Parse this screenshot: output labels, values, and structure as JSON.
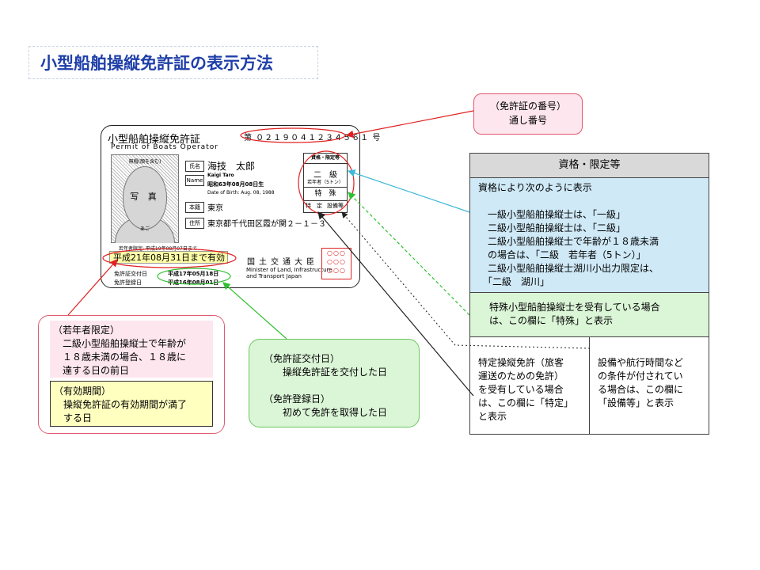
{
  "title": "小型船舶操縦免許証の表示方法",
  "card": {
    "title_jp": "小型船舶操縦免許証",
    "title_en": "Permit of Boats Operator",
    "number": "第 ０２１９０４１２３４５６１ 号",
    "photo_caption": "無帽(顔を含む)",
    "photo_label": "写 真",
    "photo_chin": "あご",
    "label_name": "氏名",
    "name": "海技　太郎",
    "label_name_en": "Name",
    "name_en": "Kaigi Taro",
    "birth": "昭和63年08月08日生",
    "birth_en": "Date of Birth: Aug. 08, 1988",
    "label_honseki": "本籍",
    "honseki": "東京",
    "label_address": "住所",
    "address": "東京都千代田区霞が関２－１－３",
    "qual_header": "資格・限定等",
    "qual_grade": "二　級",
    "qual_young": "若年者（5トン）",
    "qual_tokushu": "特　殊",
    "qual_tokutei": "特　定",
    "qual_setsubi": "設備等",
    "young_limit": "若年者限定: 平成19年08月07日まで",
    "valid_until": "平成21年08月31日まで有効",
    "minister_jp": "国土交通大臣",
    "minister_en": "Minister of Land, Infrastructure and Transport Japan",
    "seal": "○○○ ○○○ ○○○",
    "issue_label": "免許証交付日",
    "issue_date": "平成17年05月18日",
    "reg_label": "免許登録日",
    "reg_date": "平成16年08月01日"
  },
  "callouts": {
    "number_box": "（免許証の番号）\n通し番号",
    "young_box": "（若年者限定）\n　二級小型船舶操縦士で年齢が\n　１８歳未満の場合、１８歳に\n　達する日の前日",
    "valid_box": "（有効期間）\n　操縦免許証の有効期間が満了\n　する日",
    "date_box": "（免許証交付日）\n　　操縦免許証を交付した日\n\n（免許登録日）\n　　初めて免許を取得した日"
  },
  "table": {
    "header": "資格・限定等",
    "blue": "資格により次のように表示\n\n　一級小型船舶操縦士は、「一級」\n　二級小型船舶操縦士は、「二級」\n　二級小型船舶操縦士で年齢が１８歳未満\n　の場合は、「二級　若年者（5トン）」\n　二級小型船舶操縦士湖川小出力限定は、\n　「二級　湖川」",
    "green": "特殊小型船舶操縦士を受有している場合\nは、この欄に「特殊」と表示",
    "left": "特定操縦免許（旅客\n運送のための免許）\nを受有している場合\nは、この欄に「特定」\nと表示",
    "right": "設備や航行時間など\nの条件が付されてい\nる場合は、この欄に\n「設備等」と表示"
  },
  "colors": {
    "title": "#1f3fa8",
    "pink_fill": "#fde6ee",
    "pink_border": "#e05a70",
    "green_fill": "#dbf5d7",
    "blue_fill": "#cfe9f7",
    "yellow_fill": "#ffffc0",
    "red_arrow": "#e02020",
    "green_arrow": "#30c030",
    "cyan_arrow": "#40b8d8"
  }
}
